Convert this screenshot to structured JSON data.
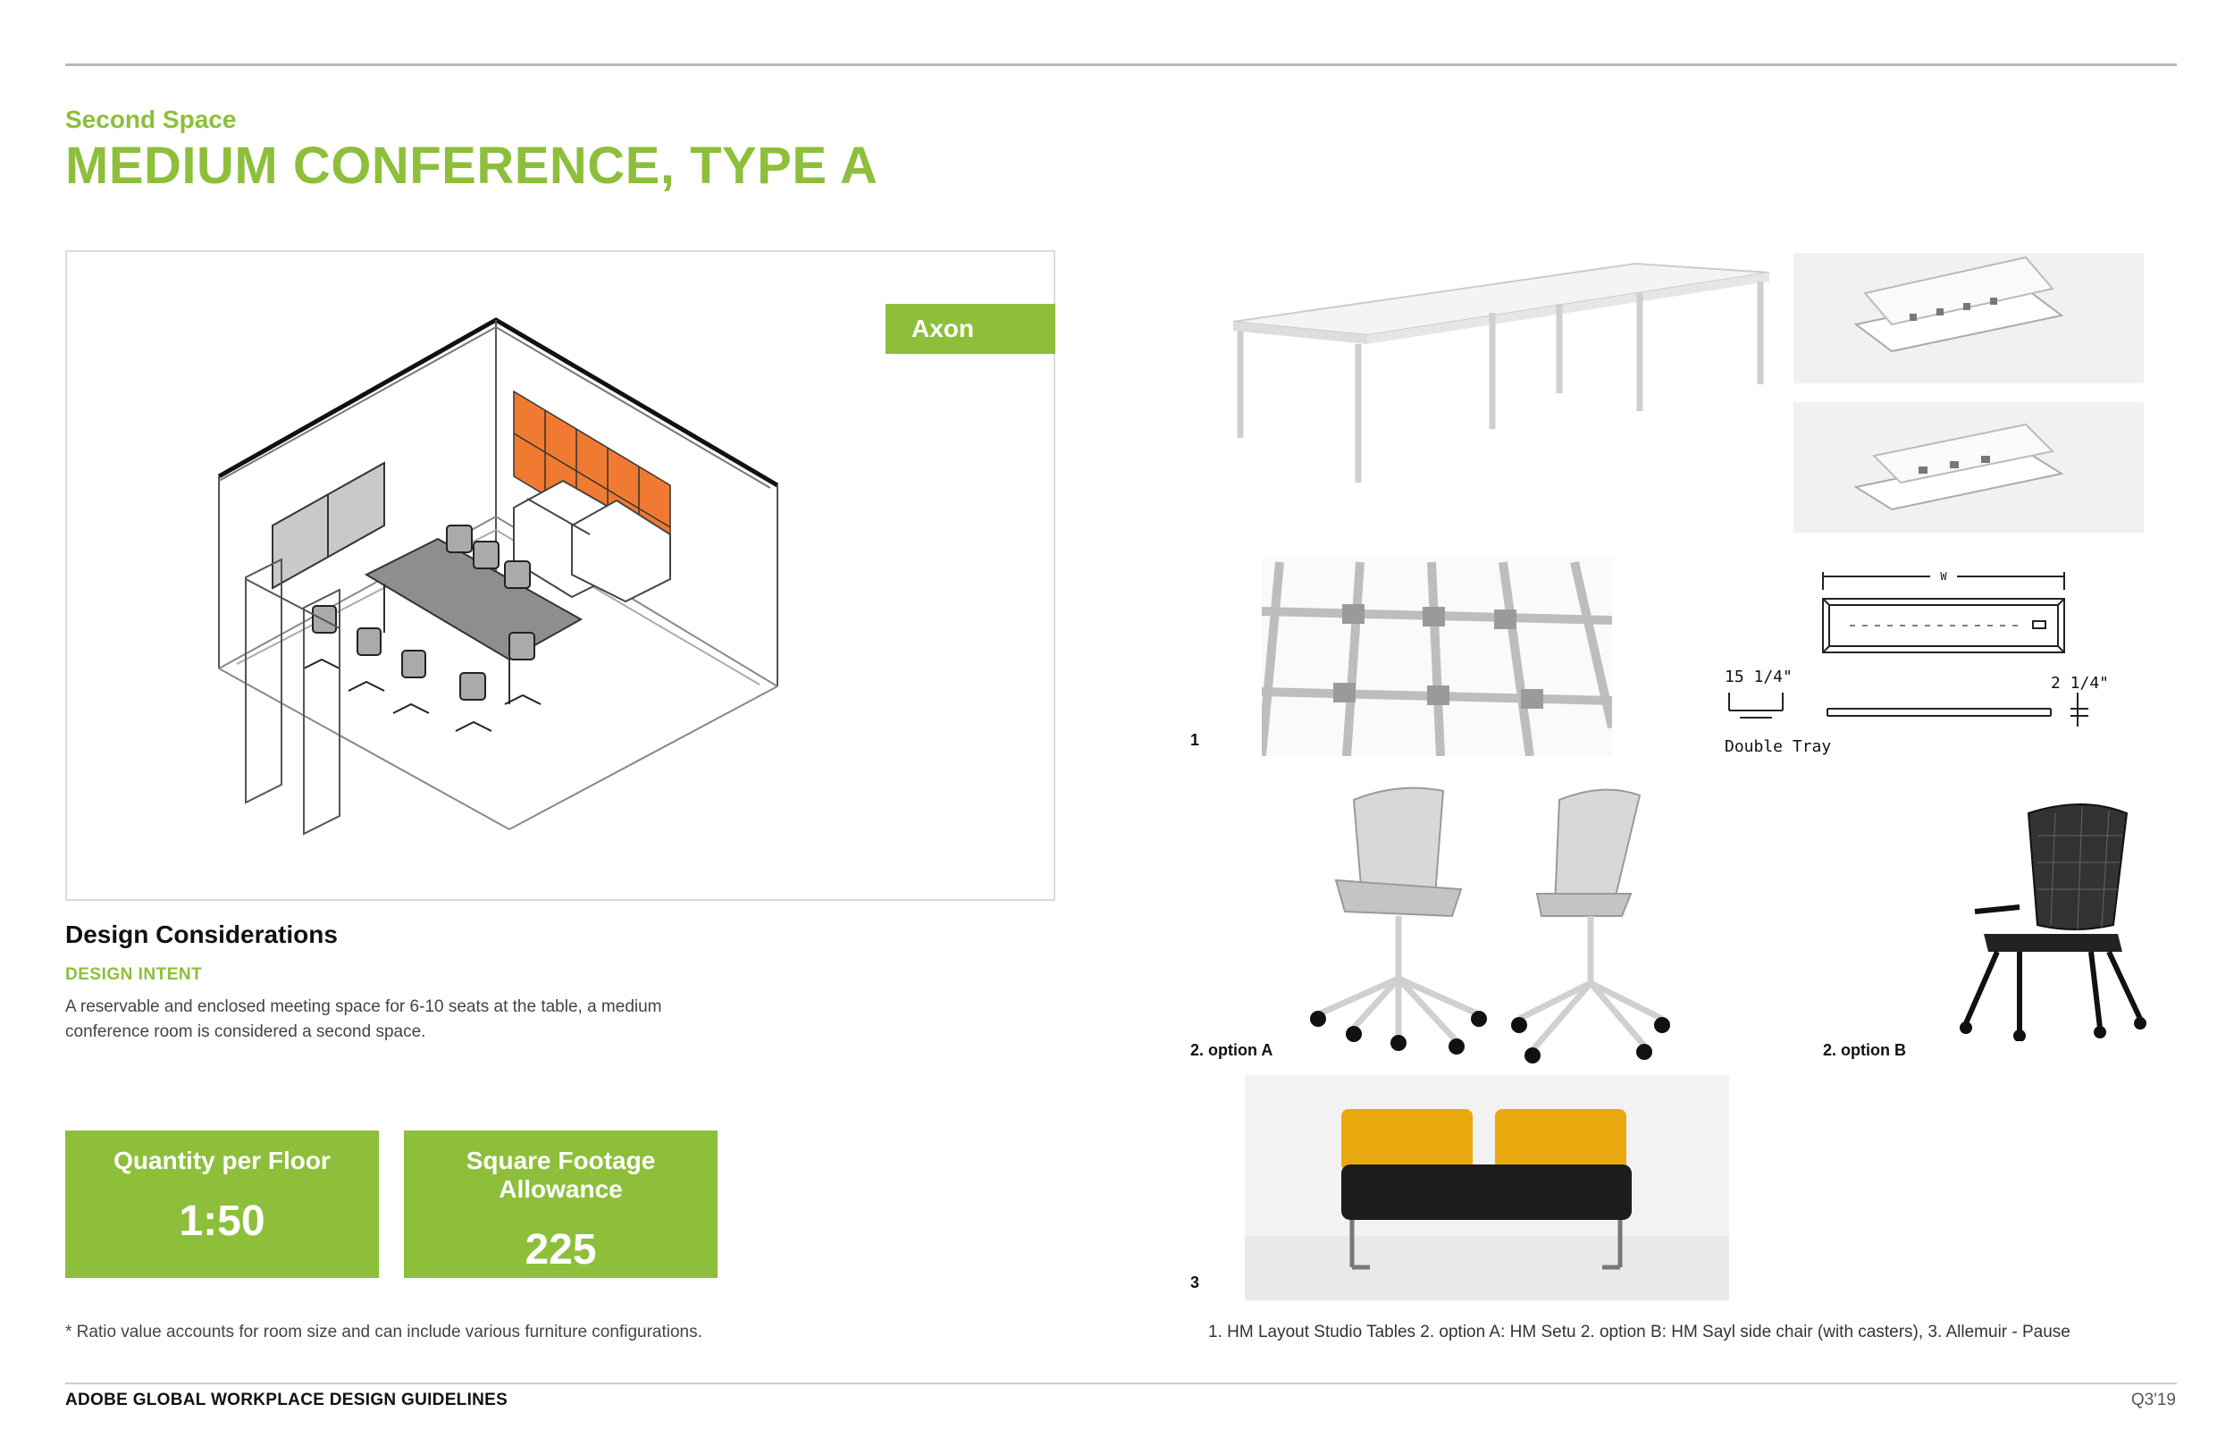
{
  "header": {
    "subtitle": "Second Space",
    "title": "MEDIUM CONFERENCE, TYPE A"
  },
  "axon": {
    "tag": "Axon"
  },
  "design": {
    "heading": "Design Considerations",
    "intent_heading": "DESIGN INTENT",
    "intent_body": "A reservable and enclosed meeting space for 6-10 seats at the table, a medium conference room is considered a second space."
  },
  "stats": [
    {
      "label": "Quantity per Floor",
      "value": "1:50"
    },
    {
      "label": "Square Footage Allowance",
      "value": "225"
    }
  ],
  "footnote": "* Ratio value accounts for room size and can include various furniture configurations.",
  "images": {
    "caption_1": "1",
    "caption_2a": "2. option A",
    "caption_2b": "2. option B",
    "caption_3": "3",
    "tray_dim_height": "15 1/4\"",
    "tray_dim_side": "2 1/4\"",
    "tray_width_mark": "W",
    "tray_label": "Double Tray"
  },
  "credits": "1. HM Layout Studio Tables  2. option A: HM Setu 2. option B: HM Sayl side chair (with casters), 3. Allemuir - Pause",
  "footer": {
    "left": "ADOBE GLOBAL WORKPLACE DESIGN GUIDELINES",
    "right": "Q3'19"
  },
  "colors": {
    "accent": "#8dbf3b",
    "acoustic_panel": "#f07a32",
    "sofa_cushion": "#e9a90e"
  }
}
